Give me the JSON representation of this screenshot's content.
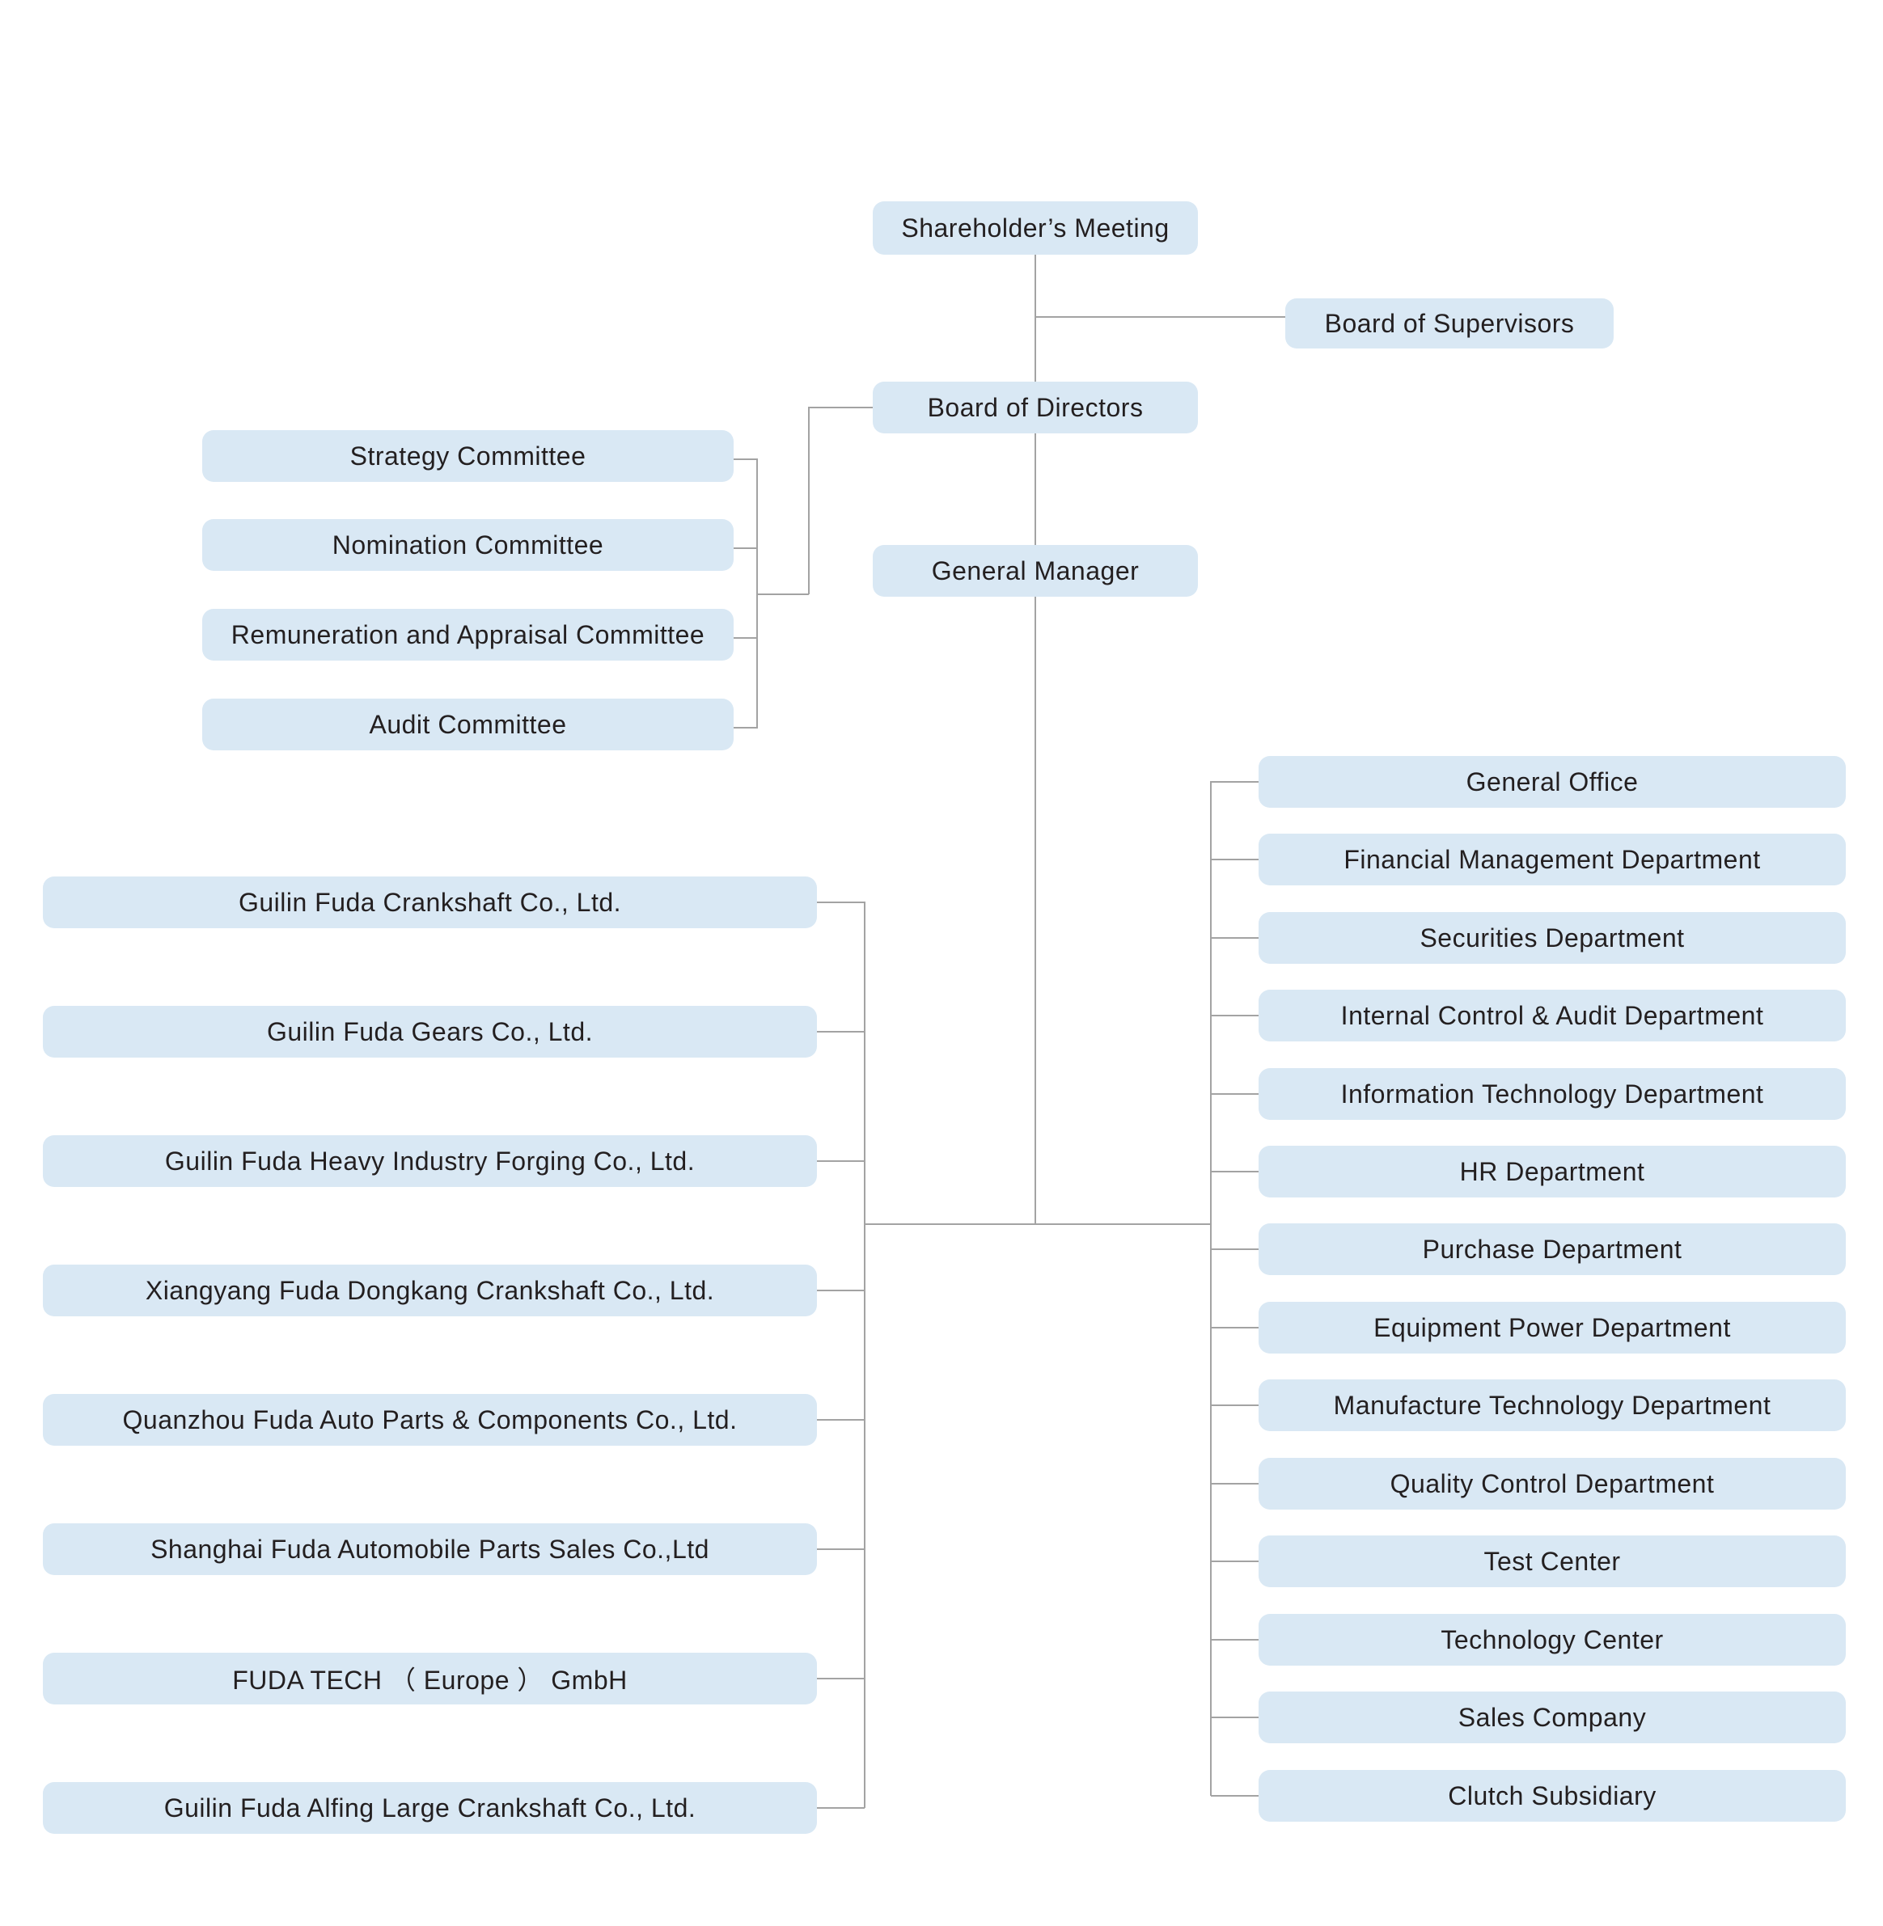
{
  "orgchart": {
    "top": {
      "shareholders_meeting": "Shareholder’s Meeting",
      "board_of_supervisors": "Board of Supervisors",
      "board_of_directors": "Board of Directors",
      "general_manager": "General Manager"
    },
    "committees": [
      "Strategy Committee",
      "Nomination Committee",
      "Remuneration and Appraisal Committee",
      "Audit Committee"
    ],
    "subsidiaries": [
      "Guilin Fuda Crankshaft Co., Ltd.",
      "Guilin Fuda Gears Co., Ltd.",
      "Guilin Fuda Heavy Industry Forging Co., Ltd.",
      "Xiangyang Fuda Dongkang Crankshaft Co., Ltd.",
      "Quanzhou Fuda Auto Parts & Components Co., Ltd.",
      "Shanghai Fuda Automobile Parts Sales Co.,Ltd",
      "FUDA TECH （ Europe ） GmbH",
      "Guilin Fuda Alfing Large Crankshaft Co., Ltd."
    ],
    "departments": [
      "General Office",
      "Financial Management Department",
      "Securities Department",
      "Internal Control & Audit Department",
      "Information Technology Department",
      "HR Department",
      "Purchase Department",
      "Equipment Power Department",
      "Manufacture Technology Department",
      "Quality Control Department",
      "Test Center",
      "Technology Center",
      "Sales Company",
      "Clutch Subsidiary"
    ]
  },
  "colors": {
    "box_fill": "#d9e8f4",
    "line": "#a3a3a3",
    "text": "#231f20",
    "background": "#ffffff"
  }
}
